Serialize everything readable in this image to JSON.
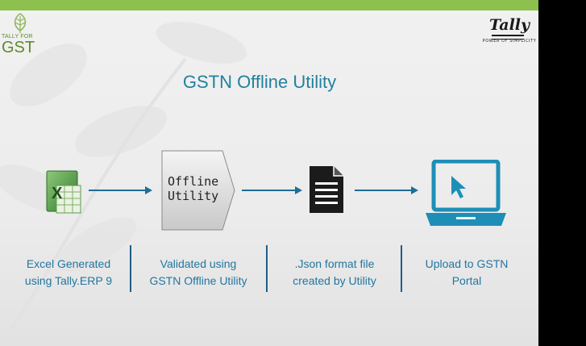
{
  "logos": {
    "gst_top": "TALLY FOR",
    "gst_main": "GST",
    "tally_word": "Tally",
    "tally_tagline": "POWER OF SIMPLICITY"
  },
  "title": "GSTN Offline Utility",
  "utility_box_label": "Offline\nUtility",
  "steps": [
    {
      "icon": "excel-icon",
      "caption": "Excel Generated\nusing Tally.ERP 9"
    },
    {
      "icon": "offline-utility-box",
      "caption": "Validated using\nGSTN Offline Utility"
    },
    {
      "icon": "document-icon",
      "caption": ".Json format file\ncreated by Utility"
    },
    {
      "icon": "laptop-icon",
      "caption": "Upload to GSTN\nPortal"
    }
  ],
  "colors": {
    "topbar": "#8dc04f",
    "title": "#21819f",
    "arrow": "#1e6f96",
    "caption": "#2376a0"
  }
}
